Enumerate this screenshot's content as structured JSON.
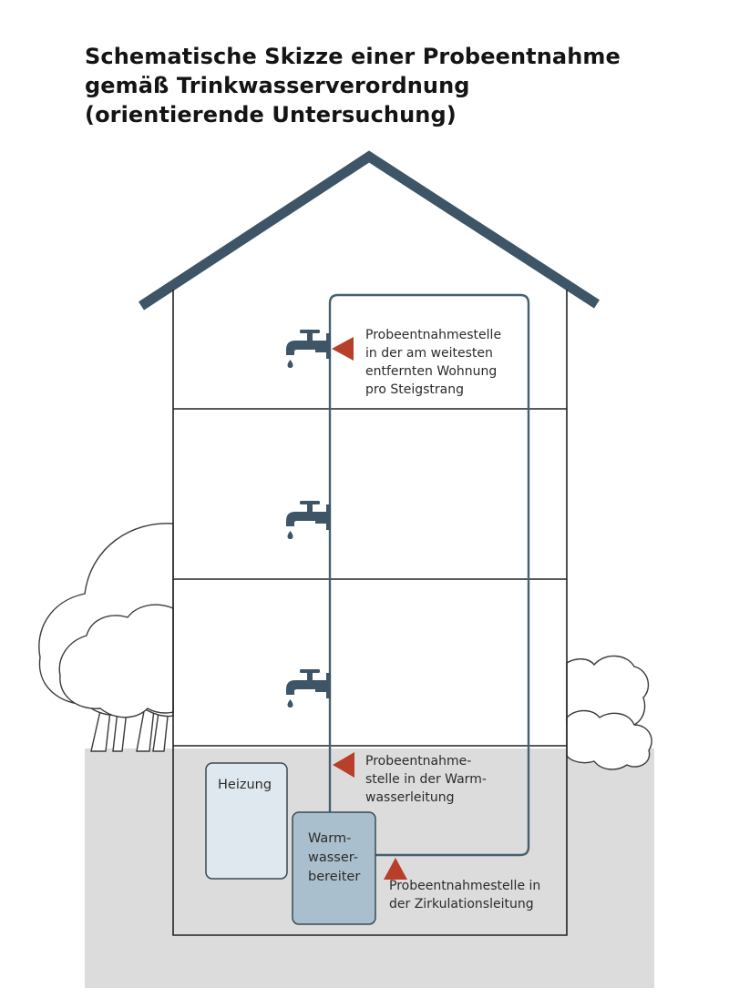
{
  "title": {
    "line1": "Schematische Skizze einer Probeentnahme",
    "line2": "gemäß Trinkwasserverordnung",
    "line3": "(orientierende Untersuchung)"
  },
  "labels": {
    "top_sample": [
      "Probeentnahmestelle",
      "in der am weitesten",
      "entfernten Wohnung",
      "pro Steigstrang"
    ],
    "warm_sample": [
      "Probeentnahme-",
      "stelle in der Warm-",
      "wasserleitung"
    ],
    "circ_sample": [
      "Probeentnahmestelle in",
      "der Zirkulationsleitung"
    ],
    "heating": "Heizung",
    "water_heater": [
      "Warm-",
      "wasser-",
      "bereiter"
    ]
  },
  "colors": {
    "roof": "#3d5566",
    "pipe": "#45606f",
    "tap": "#3d5566",
    "marker": "#b83f2a",
    "ground": "#dcdcdc",
    "heater_fill": "#a9bfcd",
    "heating_fill": "#dfe8ee"
  }
}
